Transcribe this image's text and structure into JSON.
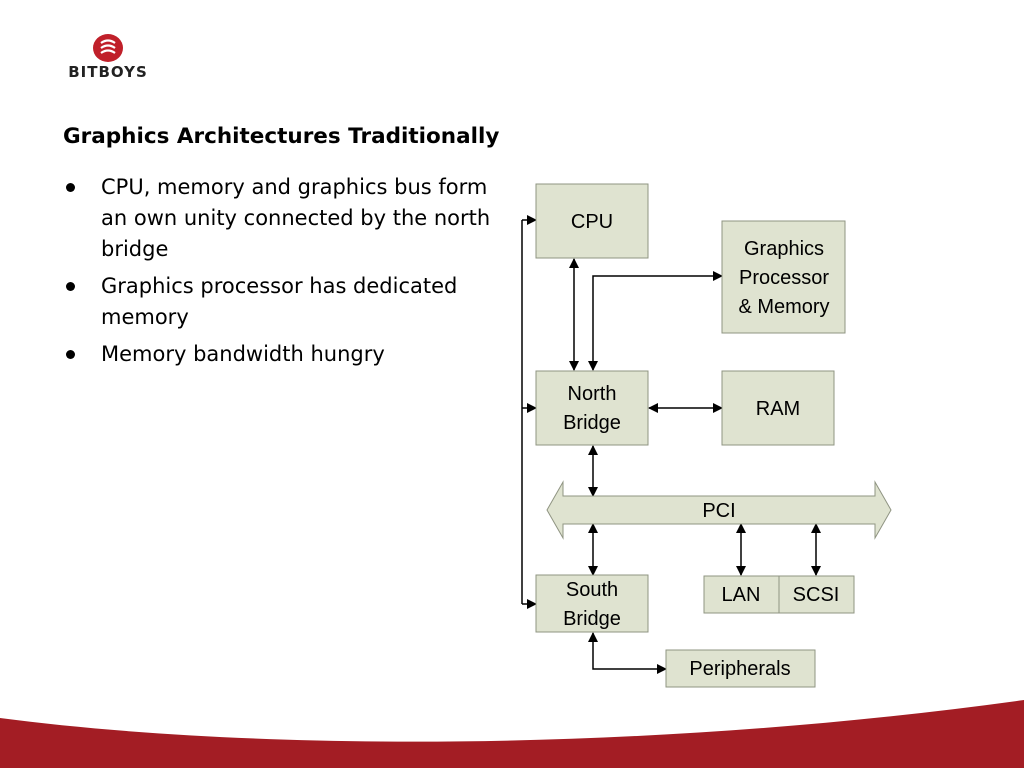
{
  "logo": {
    "text": "BITBOYS"
  },
  "title": "Graphics Architectures Traditionally",
  "bullets": [
    "CPU, memory and graphics bus form an own unity connected by the north bridge",
    "Graphics processor has dedicated memory",
    "Memory bandwidth hungry"
  ],
  "diagram": {
    "cpu": "CPU",
    "graphics": [
      "Graphics",
      "Processor",
      "& Memory"
    ],
    "north_bridge": [
      "North",
      "Bridge"
    ],
    "ram": "RAM",
    "pci": "PCI",
    "south_bridge": [
      "South",
      "Bridge"
    ],
    "lan": "LAN",
    "scsi": "SCSI",
    "peripherals": "Peripherals"
  },
  "colors": {
    "box_fill": "#dfe3d0",
    "box_stroke": "#8f9482",
    "footer": "#a31d24",
    "logo": "#c0202a"
  }
}
